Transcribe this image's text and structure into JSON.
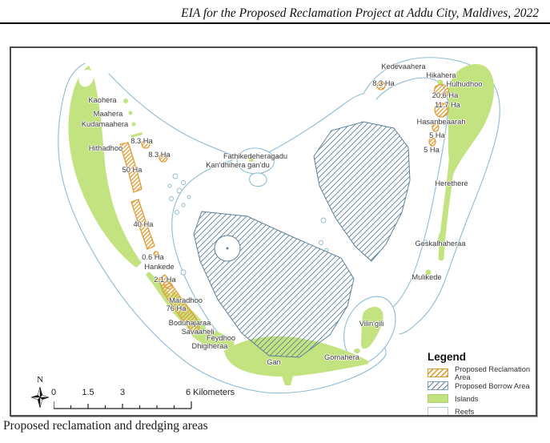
{
  "page": {
    "header": "EIA for the Proposed Reclamation Project at Addu City, Maldives, 2022",
    "caption": "Proposed reclamation and dredging areas"
  },
  "map": {
    "north_label": "N",
    "labels": [
      "Kaohera",
      "Maahera",
      "Kudamaahera",
      "8.3 Ha",
      "Hithadhoo",
      "8.3 Ha",
      "50 Ha",
      "Fathikedeheragadu",
      "Kan'dhihera gan'du",
      "40 Ha",
      "0.6 Ha",
      "Hankede",
      "2.1 Ha",
      "Maradhoo",
      "76 Ha",
      "Boduhajaraa",
      "Savaaheli",
      "Feydhoo",
      "Dhigiheraa",
      "Gan",
      "Gomahera",
      "Vilin'gili",
      "Kedevaahera",
      "8.3 Ha",
      "Hikahera",
      "Hulhudhoo",
      "20.6 Ha",
      "11.7 Ha",
      "Hasanbeaarah",
      "5 Ha",
      "5 Ha",
      "Herethere",
      "Geskalhaheraa",
      "Mulikede"
    ],
    "scale_bar": {
      "labels": [
        "0",
        "1.5",
        "3",
        "6 Kilometers"
      ]
    },
    "legend": {
      "title": "Legend",
      "items": [
        {
          "label": "Proposed Reclamation Area",
          "swatch": "reclamation-hatch"
        },
        {
          "label": "Proposed Borrow Area",
          "swatch": "borrow-hatch"
        },
        {
          "label": "Islands",
          "swatch": "islands-fill"
        },
        {
          "label": "Reefs",
          "swatch": "reefs-fill"
        }
      ]
    },
    "colors": {
      "island_green": "#c3e380",
      "reef_outline_blue": "#8fbbd3",
      "reclamation_orange": "#dd9f3c",
      "borrow_hatch_blue": "#5e8099"
    }
  }
}
